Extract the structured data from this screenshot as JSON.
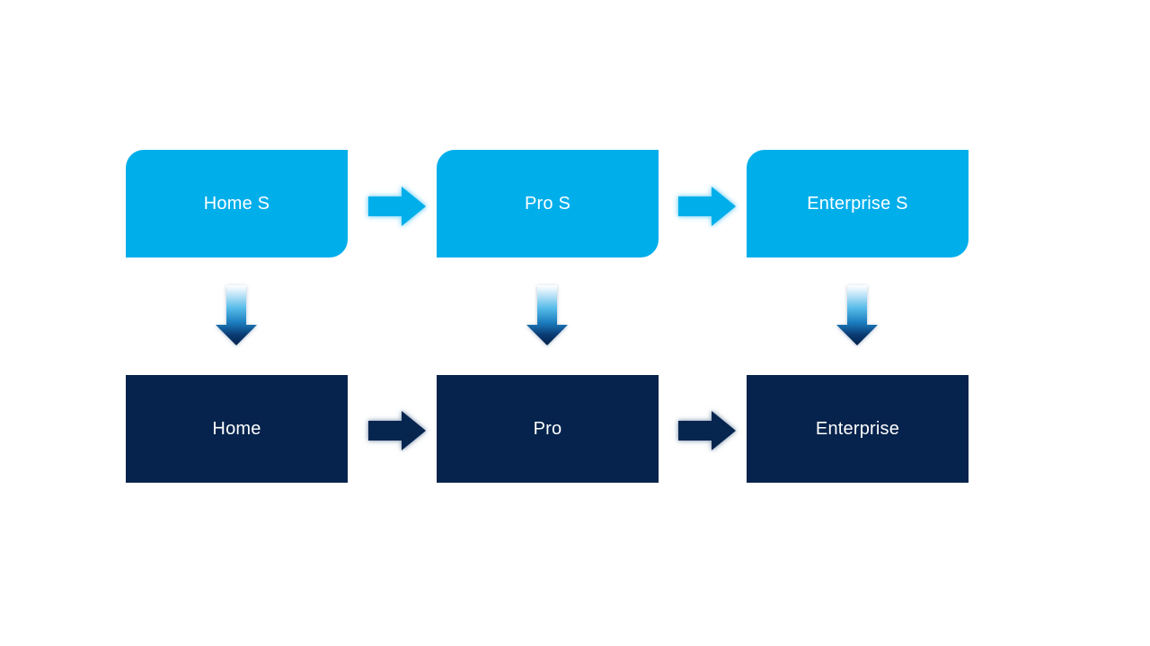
{
  "diagram": {
    "description": "Edition upgrade flow diagram",
    "colors": {
      "background": "#ffffff",
      "light_blue": "#00aeea",
      "dark_navy": "#05234d",
      "text": "#ffffff"
    },
    "top_row": [
      {
        "label": "Home S"
      },
      {
        "label": "Pro S"
      },
      {
        "label": "Enterprise S"
      }
    ],
    "bottom_row": [
      {
        "label": "Home"
      },
      {
        "label": "Pro"
      },
      {
        "label": "Enterprise"
      }
    ],
    "connections": {
      "horizontal_top": [
        "Home S -> Pro S",
        "Pro S -> Enterprise S"
      ],
      "horizontal_bottom": [
        "Home -> Pro",
        "Pro -> Enterprise"
      ],
      "vertical": [
        "Home S -> Home",
        "Pro S -> Pro",
        "Enterprise S -> Enterprise"
      ]
    }
  }
}
